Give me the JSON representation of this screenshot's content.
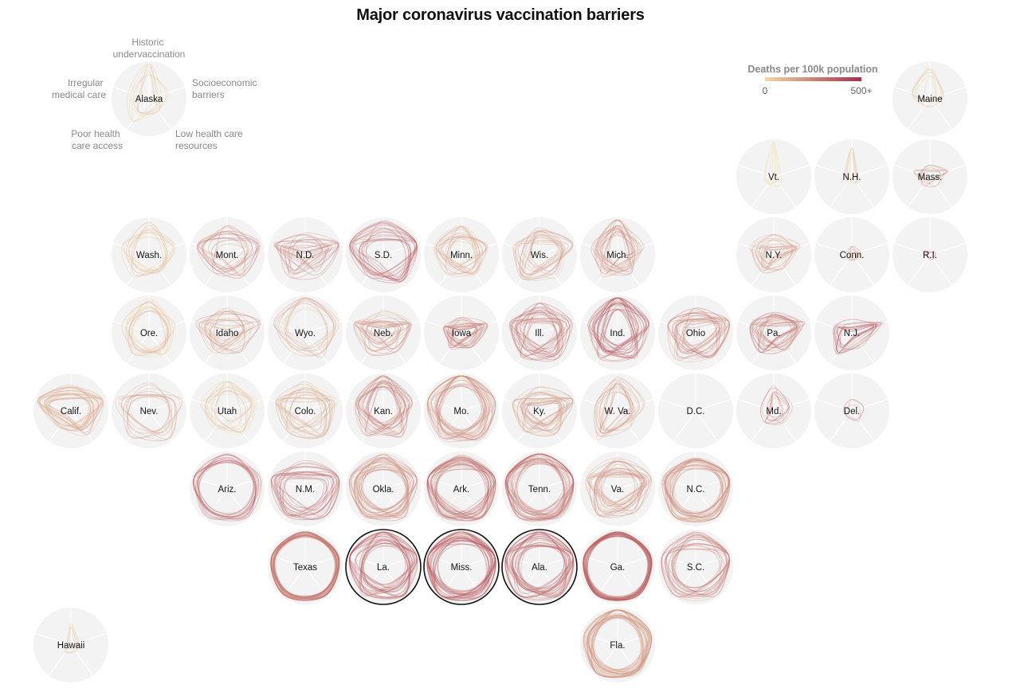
{
  "title": "Major coronavirus vaccination barriers",
  "legend": {
    "title": "Deaths per 100k population",
    "min_label": "0",
    "max_label": "500+",
    "color_low": "#f0d9a6",
    "color_high": "#a3314c"
  },
  "axis_labels": {
    "top": [
      "Historic",
      "undervaccination"
    ],
    "right": [
      "Socioeconomic",
      "barriers"
    ],
    "bottom_right": [
      "Low health care",
      "resources"
    ],
    "bottom_left": [
      "Poor health",
      "care access"
    ],
    "left": [
      "Irregular",
      "medical care"
    ]
  },
  "chart_data": {
    "type": "radar-small-multiples",
    "title": "Major coronavirus vaccination barriers",
    "axes": [
      "Historic undervaccination",
      "Socioeconomic barriers",
      "Low health care resources",
      "Poor health care access",
      "Irregular medical care"
    ],
    "color_scale": {
      "label": "Deaths per 100k population",
      "min": 0,
      "max": "500+"
    },
    "states": [
      {
        "name": "Alaska",
        "row": 0,
        "col": 1,
        "values": [
          0.85,
          0.4,
          0.25,
          0.55,
          0.45
        ],
        "spread": 0.25,
        "deaths": 0.05,
        "density": 8,
        "highlight": false
      },
      {
        "name": "Maine",
        "row": 0,
        "col": 11,
        "values": [
          0.75,
          0.25,
          0.1,
          0.15,
          0.35
        ],
        "spread": 0.2,
        "deaths": 0.05,
        "density": 6,
        "highlight": false
      },
      {
        "name": "Vt.",
        "row": 1,
        "col": 9,
        "values": [
          0.9,
          0.1,
          0.15,
          0.2,
          0.15
        ],
        "spread": 0.15,
        "deaths": 0.02,
        "density": 5,
        "highlight": false
      },
      {
        "name": "N.H.",
        "row": 1,
        "col": 10,
        "values": [
          0.7,
          0.15,
          0.1,
          0.05,
          0.1
        ],
        "spread": 0.15,
        "deaths": 0.15,
        "density": 5,
        "highlight": false
      },
      {
        "name": "Mass.",
        "row": 1,
        "col": 11,
        "values": [
          0.2,
          0.45,
          0.2,
          0.25,
          0.4
        ],
        "spread": 0.15,
        "deaths": 0.55,
        "density": 6,
        "highlight": false
      },
      {
        "name": "Wash.",
        "row": 2,
        "col": 1,
        "values": [
          0.7,
          0.6,
          0.5,
          0.55,
          0.65
        ],
        "spread": 0.25,
        "deaths": 0.15,
        "density": 12,
        "highlight": false
      },
      {
        "name": "Mont.",
        "row": 2,
        "col": 2,
        "values": [
          0.6,
          0.75,
          0.5,
          0.45,
          0.6
        ],
        "spread": 0.3,
        "deaths": 0.55,
        "density": 14,
        "highlight": false
      },
      {
        "name": "N.D.",
        "row": 2,
        "col": 3,
        "values": [
          0.3,
          0.85,
          0.4,
          0.45,
          0.6
        ],
        "spread": 0.35,
        "deaths": 0.6,
        "density": 16,
        "highlight": false
      },
      {
        "name": "S.D.",
        "row": 2,
        "col": 4,
        "values": [
          0.7,
          0.85,
          0.7,
          0.5,
          0.8
        ],
        "spread": 0.3,
        "deaths": 0.65,
        "density": 18,
        "highlight": false
      },
      {
        "name": "Minn.",
        "row": 2,
        "col": 5,
        "values": [
          0.6,
          0.6,
          0.45,
          0.45,
          0.6
        ],
        "spread": 0.25,
        "deaths": 0.3,
        "density": 18,
        "highlight": false
      },
      {
        "name": "Wis.",
        "row": 2,
        "col": 6,
        "values": [
          0.5,
          0.75,
          0.55,
          0.55,
          0.55
        ],
        "spread": 0.3,
        "deaths": 0.3,
        "density": 16,
        "highlight": false
      },
      {
        "name": "Mich.",
        "row": 2,
        "col": 7,
        "values": [
          0.8,
          0.55,
          0.4,
          0.5,
          0.5
        ],
        "spread": 0.3,
        "deaths": 0.45,
        "density": 20,
        "highlight": false
      },
      {
        "name": "N.Y.",
        "row": 2,
        "col": 9,
        "values": [
          0.35,
          0.55,
          0.3,
          0.35,
          0.5
        ],
        "spread": 0.25,
        "deaths": 0.35,
        "density": 16,
        "highlight": false
      },
      {
        "name": "Conn.",
        "row": 2,
        "col": 10,
        "values": [
          0.15,
          0.2,
          0.1,
          0.1,
          0.1
        ],
        "spread": 0.1,
        "deaths": 0.45,
        "density": 5,
        "highlight": false
      },
      {
        "name": "R.I.",
        "row": 2,
        "col": 11,
        "values": [
          0.1,
          0.15,
          0.1,
          0.1,
          0.1
        ],
        "spread": 0.05,
        "deaths": 0.4,
        "density": 3,
        "highlight": false
      },
      {
        "name": "Ore.",
        "row": 3,
        "col": 1,
        "values": [
          0.8,
          0.6,
          0.55,
          0.55,
          0.65
        ],
        "spread": 0.2,
        "deaths": 0.15,
        "density": 14,
        "highlight": false
      },
      {
        "name": "Idaho",
        "row": 3,
        "col": 2,
        "values": [
          0.4,
          0.7,
          0.4,
          0.45,
          0.65
        ],
        "spread": 0.3,
        "deaths": 0.35,
        "density": 16,
        "highlight": false
      },
      {
        "name": "Wyo.",
        "row": 3,
        "col": 3,
        "values": [
          0.85,
          0.8,
          0.6,
          0.45,
          0.7
        ],
        "spread": 0.25,
        "deaths": 0.3,
        "density": 10,
        "highlight": false
      },
      {
        "name": "Neb.",
        "row": 3,
        "col": 4,
        "values": [
          0.4,
          0.6,
          0.4,
          0.45,
          0.6
        ],
        "spread": 0.3,
        "deaths": 0.45,
        "density": 18,
        "highlight": false
      },
      {
        "name": "Iowa",
        "row": 3,
        "col": 5,
        "values": [
          0.25,
          0.6,
          0.35,
          0.35,
          0.35
        ],
        "spread": 0.2,
        "deaths": 0.5,
        "density": 20,
        "highlight": false
      },
      {
        "name": "Ill.",
        "row": 3,
        "col": 6,
        "values": [
          0.55,
          0.7,
          0.6,
          0.6,
          0.6
        ],
        "spread": 0.3,
        "deaths": 0.6,
        "density": 24,
        "highlight": false
      },
      {
        "name": "Ind.",
        "row": 3,
        "col": 7,
        "values": [
          0.95,
          0.65,
          0.6,
          0.6,
          0.6
        ],
        "spread": 0.3,
        "deaths": 0.7,
        "density": 26,
        "highlight": false
      },
      {
        "name": "Ohio",
        "row": 3,
        "col": 8,
        "values": [
          0.45,
          0.8,
          0.55,
          0.65,
          0.55
        ],
        "spread": 0.3,
        "deaths": 0.5,
        "density": 22,
        "highlight": false
      },
      {
        "name": "Pa.",
        "row": 3,
        "col": 9,
        "values": [
          0.35,
          0.7,
          0.4,
          0.45,
          0.45
        ],
        "spread": 0.25,
        "deaths": 0.6,
        "density": 20,
        "highlight": false
      },
      {
        "name": "N.J.",
        "row": 3,
        "col": 10,
        "values": [
          0.2,
          0.75,
          0.3,
          0.55,
          0.35
        ],
        "spread": 0.2,
        "deaths": 0.75,
        "density": 12,
        "highlight": false
      },
      {
        "name": "Calif.",
        "row": 4,
        "col": 0,
        "values": [
          0.55,
          0.75,
          0.6,
          0.4,
          0.85
        ],
        "spread": 0.25,
        "deaths": 0.3,
        "density": 22,
        "highlight": false
      },
      {
        "name": "Nev.",
        "row": 4,
        "col": 1,
        "values": [
          0.6,
          0.8,
          0.75,
          0.65,
          0.8
        ],
        "spread": 0.25,
        "deaths": 0.4,
        "density": 10,
        "highlight": false
      },
      {
        "name": "Utah",
        "row": 4,
        "col": 2,
        "values": [
          0.65,
          0.65,
          0.5,
          0.45,
          0.6
        ],
        "spread": 0.3,
        "deaths": 0.1,
        "density": 12,
        "highlight": false
      },
      {
        "name": "Colo.",
        "row": 4,
        "col": 3,
        "values": [
          0.55,
          0.7,
          0.6,
          0.55,
          0.7
        ],
        "spread": 0.3,
        "deaths": 0.25,
        "density": 18,
        "highlight": false
      },
      {
        "name": "Kan.",
        "row": 4,
        "col": 4,
        "values": [
          0.9,
          0.65,
          0.6,
          0.6,
          0.55
        ],
        "spread": 0.3,
        "deaths": 0.5,
        "density": 22,
        "highlight": false
      },
      {
        "name": "Mo.",
        "row": 4,
        "col": 5,
        "values": [
          0.95,
          0.8,
          0.75,
          0.75,
          0.8
        ],
        "spread": 0.25,
        "deaths": 0.45,
        "density": 26,
        "highlight": false
      },
      {
        "name": "Ky.",
        "row": 4,
        "col": 6,
        "values": [
          0.45,
          0.85,
          0.55,
          0.45,
          0.5
        ],
        "spread": 0.3,
        "deaths": 0.35,
        "density": 22,
        "highlight": false
      },
      {
        "name": "W. Va.",
        "row": 4,
        "col": 7,
        "values": [
          0.75,
          0.6,
          0.35,
          0.8,
          0.45
        ],
        "spread": 0.25,
        "deaths": 0.4,
        "density": 14,
        "highlight": false
      },
      {
        "name": "D.C.",
        "row": 4,
        "col": 8,
        "values": [
          0.0,
          0.0,
          0.0,
          0.0,
          0.0
        ],
        "spread": 0.0,
        "deaths": 0.5,
        "density": 0,
        "highlight": false
      },
      {
        "name": "Md.",
        "row": 4,
        "col": 9,
        "values": [
          0.55,
          0.35,
          0.3,
          0.25,
          0.25
        ],
        "spread": 0.2,
        "deaths": 0.55,
        "density": 8,
        "highlight": false
      },
      {
        "name": "Del.",
        "row": 4,
        "col": 10,
        "values": [
          0.25,
          0.25,
          0.25,
          0.2,
          0.2
        ],
        "spread": 0.1,
        "deaths": 0.6,
        "density": 3,
        "highlight": false
      },
      {
        "name": "Ariz.",
        "row": 5,
        "col": 2,
        "values": [
          0.9,
          0.9,
          0.85,
          0.85,
          0.9
        ],
        "spread": 0.15,
        "deaths": 0.65,
        "density": 14,
        "highlight": false
      },
      {
        "name": "N.M.",
        "row": 5,
        "col": 3,
        "values": [
          0.55,
          0.85,
          0.75,
          0.65,
          0.85
        ],
        "spread": 0.3,
        "deaths": 0.6,
        "density": 18,
        "highlight": false
      },
      {
        "name": "Okla.",
        "row": 5,
        "col": 4,
        "values": [
          0.8,
          0.85,
          0.8,
          0.75,
          0.85
        ],
        "spread": 0.25,
        "deaths": 0.45,
        "density": 26,
        "highlight": false
      },
      {
        "name": "Ark.",
        "row": 5,
        "col": 5,
        "values": [
          0.75,
          0.9,
          0.8,
          0.75,
          0.9
        ],
        "spread": 0.25,
        "deaths": 0.6,
        "density": 26,
        "highlight": false
      },
      {
        "name": "Tenn.",
        "row": 5,
        "col": 6,
        "values": [
          0.95,
          0.9,
          0.8,
          0.8,
          0.85
        ],
        "spread": 0.25,
        "deaths": 0.6,
        "density": 28,
        "highlight": false
      },
      {
        "name": "Va.",
        "row": 5,
        "col": 7,
        "values": [
          0.6,
          0.8,
          0.55,
          0.65,
          0.65
        ],
        "spread": 0.3,
        "deaths": 0.4,
        "density": 24,
        "highlight": false
      },
      {
        "name": "N.C.",
        "row": 5,
        "col": 8,
        "values": [
          0.7,
          0.9,
          0.85,
          0.85,
          0.8
        ],
        "spread": 0.2,
        "deaths": 0.45,
        "density": 26,
        "highlight": false
      },
      {
        "name": "Texas",
        "row": 6,
        "col": 3,
        "values": [
          0.95,
          0.95,
          0.95,
          0.95,
          0.95
        ],
        "spread": 0.1,
        "deaths": 0.55,
        "density": 36,
        "highlight": false
      },
      {
        "name": "La.",
        "row": 6,
        "col": 4,
        "values": [
          0.85,
          0.9,
          0.8,
          0.75,
          0.85
        ],
        "spread": 0.3,
        "deaths": 0.65,
        "density": 26,
        "highlight": true
      },
      {
        "name": "Miss.",
        "row": 6,
        "col": 5,
        "values": [
          0.9,
          0.95,
          0.9,
          0.9,
          0.9
        ],
        "spread": 0.25,
        "deaths": 0.7,
        "density": 30,
        "highlight": true
      },
      {
        "name": "Ala.",
        "row": 6,
        "col": 6,
        "values": [
          0.85,
          0.9,
          0.8,
          0.85,
          0.8
        ],
        "spread": 0.3,
        "deaths": 0.7,
        "density": 28,
        "highlight": true
      },
      {
        "name": "Ga.",
        "row": 6,
        "col": 7,
        "values": [
          0.95,
          0.95,
          0.95,
          0.95,
          0.95
        ],
        "spread": 0.1,
        "deaths": 0.65,
        "density": 34,
        "highlight": false
      },
      {
        "name": "S.C.",
        "row": 6,
        "col": 8,
        "values": [
          0.75,
          0.9,
          0.8,
          0.85,
          0.8
        ],
        "spread": 0.25,
        "deaths": 0.6,
        "density": 20,
        "highlight": false
      },
      {
        "name": "Hawaii",
        "row": 7,
        "col": 0,
        "values": [
          0.55,
          0.15,
          0.15,
          0.2,
          0.1
        ],
        "spread": 0.1,
        "deaths": 0.05,
        "density": 4,
        "highlight": false
      },
      {
        "name": "Fla.",
        "row": 7,
        "col": 7,
        "values": [
          0.95,
          0.85,
          0.85,
          0.85,
          0.85
        ],
        "spread": 0.2,
        "deaths": 0.4,
        "density": 30,
        "highlight": false
      }
    ]
  }
}
